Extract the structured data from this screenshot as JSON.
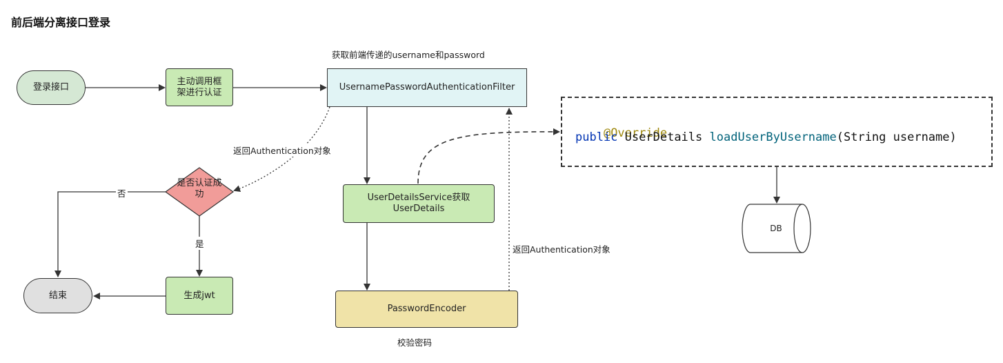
{
  "title": "前后端分离接口登录",
  "nodes": {
    "login_api": "登录接口",
    "call_framework": "主动调用框\n架进行认证",
    "filter": "UsernamePasswordAuthenticationFilter",
    "auth_success": "是否认证成\n功",
    "user_details_service": "UserDetailsService获取\nUserDetails",
    "password_encoder": "PasswordEncoder",
    "generate_jwt": "生成jwt",
    "end": "结束",
    "db": "DB"
  },
  "labels": {
    "get_credentials": "获取前端传递的username和password",
    "return_auth_1": "返回Authentication对象",
    "return_auth_2": "返回Authentication对象",
    "no": "否",
    "yes": "是",
    "verify_password": "校验密码"
  },
  "code": {
    "annotation": "@Override",
    "kw_public": "public",
    "return_type": "UserDetails",
    "method": "loadUserByUsername",
    "params": "(String username)"
  },
  "colors": {
    "green": "#d5e8d4",
    "cyan": "#e1f4f5",
    "yellow": "#f0e3a8",
    "red": "#f19c99",
    "gray": "#e0e0e0"
  }
}
